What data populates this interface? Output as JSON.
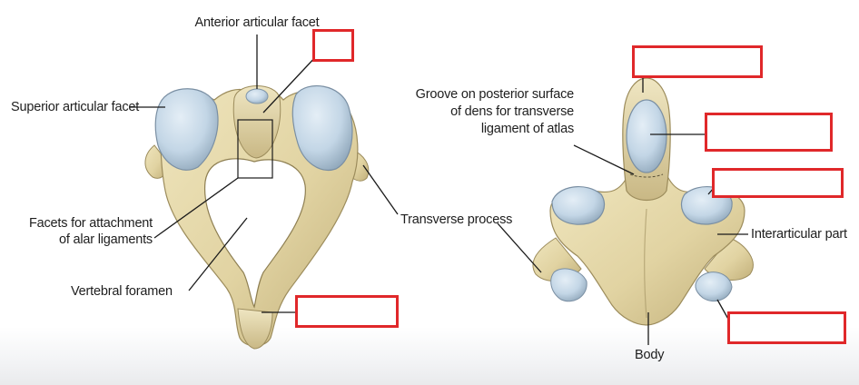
{
  "figure": {
    "atlas_view": {
      "labels": {
        "anterior_articular_facet": "Anterior articular facet",
        "superior_articular_facet": "Superior articular facet",
        "facets_alar_ligaments_line1": "Facets for attachment",
        "facets_alar_ligaments_line2": "of alar ligaments",
        "vertebral_foramen": "Vertebral foramen",
        "transverse_process": "Transverse process"
      },
      "blank_boxes": 2
    },
    "axis_view": {
      "labels": {
        "groove_line1": "Groove on posterior surface",
        "groove_line2": "of dens for transverse",
        "groove_line3": "ligament of atlas",
        "interarticular_part": "Interarticular part",
        "body": "Body"
      },
      "blank_boxes": 4
    },
    "colors": {
      "bone": "#e3d6a8",
      "bone_shadow": "#b8a772",
      "cartilage": "#c6d8e6",
      "leader_line": "#1a1a1a",
      "blank_box_border": "#e0282a"
    }
  }
}
